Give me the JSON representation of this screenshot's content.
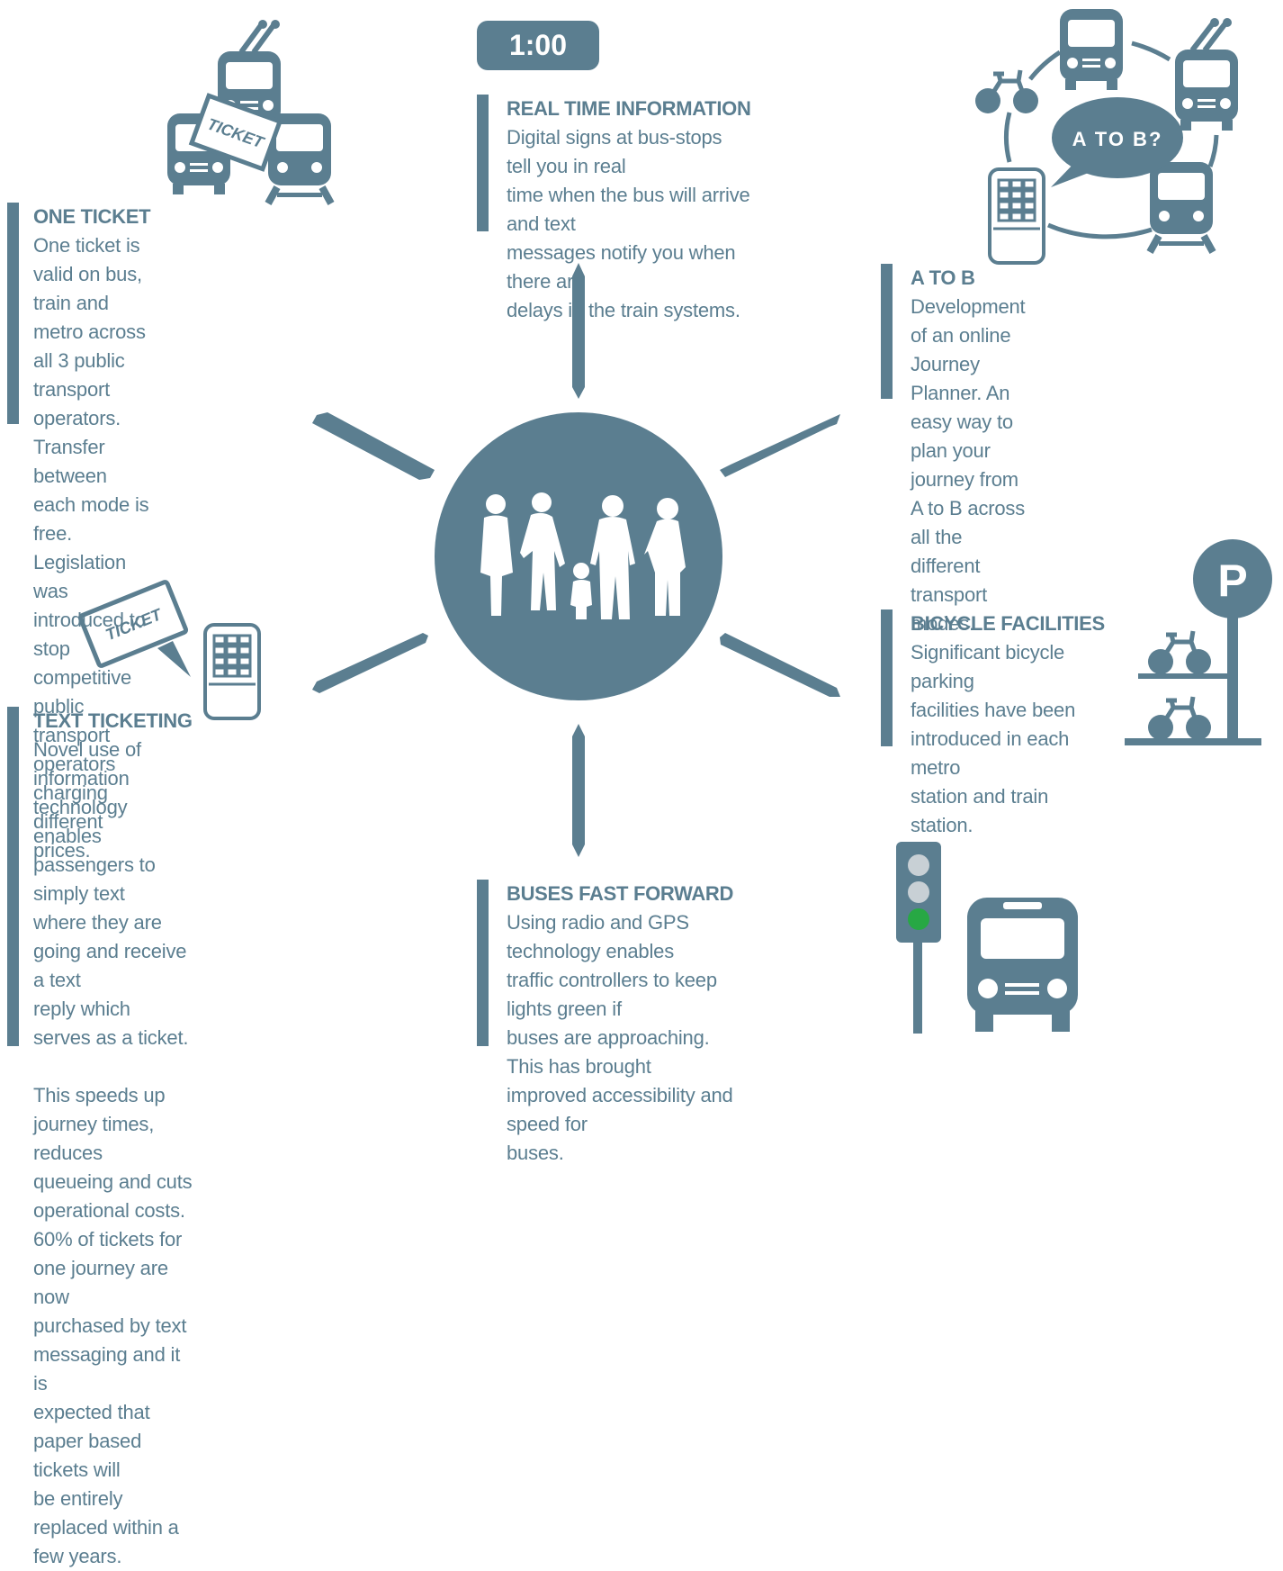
{
  "time_display": "1:00",
  "bubble_text": "A TO B?",
  "ticket_label": "TICKET",
  "parking_letter": "P",
  "colors": {
    "primary": "#5b7e90",
    "light_grey": "#c8d0d5",
    "green": "#27a844"
  },
  "icons": [
    "trolleybus-icon",
    "bus-icon",
    "tram-icon",
    "ticket-icon",
    "speech-bubble-icon",
    "keypad-phone-icon",
    "bicycle-icon",
    "parking-sign-icon",
    "traffic-light-icon",
    "family-icon"
  ],
  "sections": {
    "one_ticket": {
      "title": "ONE TICKET",
      "body": "One ticket is valid on bus, train and\nmetro across all 3 public transport\noperators.\nTransfer between each mode is free.\nLegislation was introduced to stop\ncompetitive public transport operators\ncharging different prices."
    },
    "real_time": {
      "title": "REAL TIME INFORMATION",
      "body": "Digital signs at bus-stops tell you in real\ntime when the bus will arrive and text\nmessages notify you when there are\ndelays in the train systems."
    },
    "a_to_b": {
      "title": "A TO B",
      "body": "Development of an online Journey\nPlanner. An easy way to plan your\njourney from A to B across all the\ndifferent transport modes."
    },
    "bicycle": {
      "title": "BICYCLE FACILITIES",
      "body": "Significant bicycle parking\nfacilities have been\nintroduced in each metro\nstation and train station."
    },
    "text_ticketing": {
      "title": "TEXT TICKETING",
      "body": "Novel use of information technology\nenables passengers to simply text\nwhere they are going and receive a text\nreply which serves as a ticket.\n\nThis speeds up journey times, reduces\nqueueing and cuts operational costs.\n60% of tickets for one journey are now\npurchased by text messaging and it is\nexpected that paper based tickets will\nbe entirely replaced within a few years."
    },
    "buses_fast": {
      "title": "BUSES FAST FORWARD",
      "body": "Using radio and GPS technology enables\ntraffic controllers to keep lights green if\nbuses are approaching. This has brought\nimproved accessibility and speed for\nbuses."
    }
  }
}
